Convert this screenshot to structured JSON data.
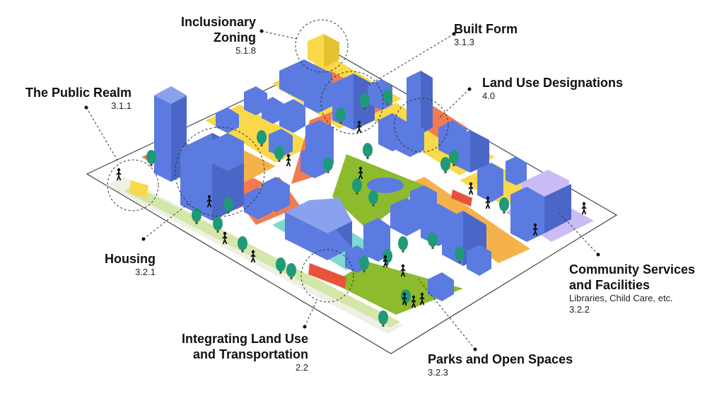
{
  "callouts": {
    "inclusionary_zoning": {
      "title_line1": "Inclusionary",
      "title_line2": "Zoning",
      "code": "5.1.8"
    },
    "built_form": {
      "title": "Built Form",
      "code": "3.1.3"
    },
    "land_use_designations": {
      "title": "Land Use Designations",
      "code": "4.0"
    },
    "public_realm": {
      "title": "The Public Realm",
      "code": "3.1.1"
    },
    "housing": {
      "title": "Housing",
      "code": "3.2.1"
    },
    "community_services": {
      "title_line1": "Community Services",
      "title_line2": "and Facilities",
      "detail": "Libraries, Child Care, etc.",
      "code": "3.2.2"
    },
    "land_use_transportation": {
      "title_line1": "Integrating Land Use",
      "title_line2": "and Transportation",
      "code": "2.2"
    },
    "parks": {
      "title": "Parks and Open Spaces",
      "code": "3.2.3"
    }
  },
  "colors": {
    "building": "#5b7be0",
    "building_side": "#4a67c8",
    "building_top": "#8aa2ee",
    "residential_yellow": "#f9d94a",
    "commercial_orange": "#f47a4f",
    "mixed_orange": "#f6b24a",
    "park_green": "#8dbb2e",
    "civic_purple": "#cbbcf6",
    "institutional_teal": "#7fd9d0",
    "tree": "#1f9a78",
    "transit_red": "#e8543b",
    "street_stripe": "#d4e6a8"
  }
}
